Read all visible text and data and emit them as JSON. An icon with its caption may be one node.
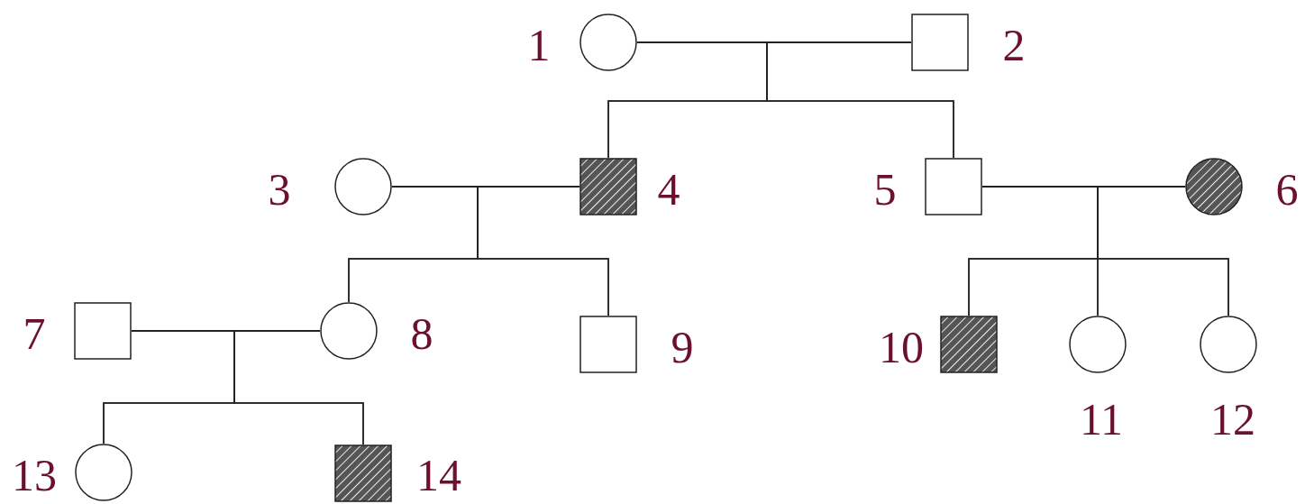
{
  "diagram": {
    "nodes": [
      {
        "text": [],
        "shape": "circle",
        "beside": [
          "1"
        ]
      },
      {
        "text": [],
        "shape": "box",
        "beside": [
          "2"
        ]
      },
      {
        "text": [],
        "shape": "circle",
        "beside": [
          "3"
        ]
      },
      {
        "text": [],
        "shape": "hatched-box",
        "beside": [
          "4"
        ]
      },
      {
        "text": [],
        "shape": "box",
        "beside": [
          "5"
        ]
      },
      {
        "text": [],
        "shape": "hatched-circle",
        "beside": [
          "6"
        ]
      },
      {
        "text": [],
        "shape": "box",
        "beside": [
          "7"
        ]
      },
      {
        "text": [],
        "shape": "circle",
        "beside": [
          "8"
        ]
      },
      {
        "text": [],
        "shape": "box",
        "beside": [
          "9"
        ]
      },
      {
        "text": [],
        "shape": "hatched-box",
        "beside": [
          "10"
        ]
      },
      {
        "text": [],
        "shape": "circle",
        "beside": [
          "11"
        ]
      },
      {
        "text": [],
        "shape": "circle",
        "beside": [
          "12"
        ]
      },
      {
        "text": [],
        "shape": "circle",
        "beside": [
          "13"
        ]
      },
      {
        "text": [],
        "shape": "hatched-box",
        "beside": [
          "14"
        ]
      }
    ],
    "edges": [
      {
        "from": 0,
        "to": 1,
        "arrow": "none"
      },
      {
        "from": 0,
        "to": 3,
        "arrow": "none"
      },
      {
        "from": 1,
        "to": 3,
        "arrow": "none"
      },
      {
        "from": 0,
        "to": 4,
        "arrow": "none"
      },
      {
        "from": 1,
        "to": 4,
        "arrow": "none"
      },
      {
        "from": 2,
        "to": 3,
        "arrow": "none"
      },
      {
        "from": 2,
        "to": 7,
        "arrow": "none"
      },
      {
        "from": 3,
        "to": 7,
        "arrow": "none"
      },
      {
        "from": 2,
        "to": 8,
        "arrow": "none"
      },
      {
        "from": 3,
        "to": 8,
        "arrow": "none"
      },
      {
        "from": 4,
        "to": 5,
        "arrow": "none"
      },
      {
        "from": 4,
        "to": 9,
        "arrow": "none"
      },
      {
        "from": 5,
        "to": 9,
        "arrow": "none"
      },
      {
        "from": 4,
        "to": 10,
        "arrow": "none"
      },
      {
        "from": 5,
        "to": 10,
        "arrow": "none"
      },
      {
        "from": 4,
        "to": 11,
        "arrow": "none"
      },
      {
        "from": 5,
        "to": 11,
        "arrow": "none"
      },
      {
        "from": 6,
        "to": 7,
        "arrow": "none"
      },
      {
        "from": 6,
        "to": 12,
        "arrow": "none"
      },
      {
        "from": 7,
        "to": 12,
        "arrow": "none"
      },
      {
        "from": 6,
        "to": 13,
        "arrow": "none"
      },
      {
        "from": 7,
        "to": 13,
        "arrow": "none"
      }
    ]
  }
}
